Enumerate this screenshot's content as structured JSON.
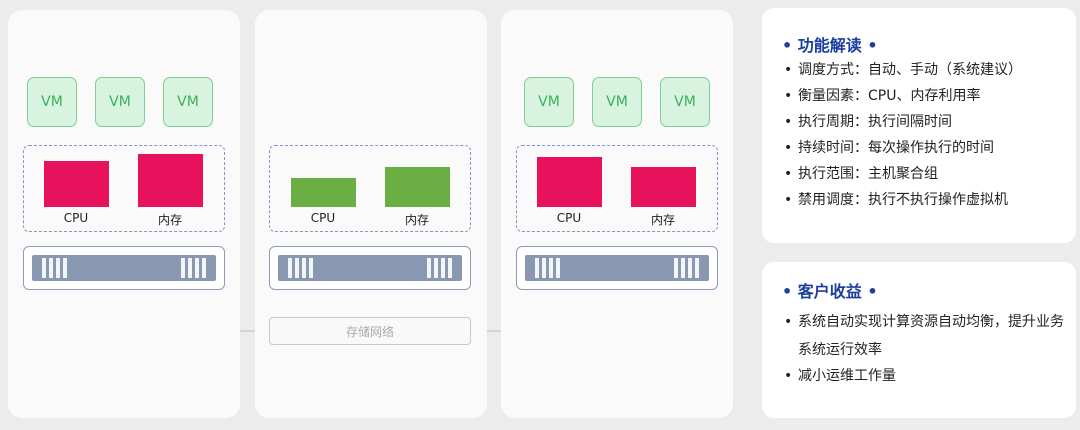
{
  "vm_label": "VM",
  "hosts": [
    {
      "vms": [
        "VM",
        "VM",
        "VM"
      ],
      "cpu_label": "CPU",
      "mem_label": "内存",
      "bar_color": "#e8125c"
    },
    {
      "vms": [],
      "cpu_label": "CPU",
      "mem_label": "内存",
      "bar_color": "#6aae44"
    },
    {
      "vms": [
        "VM",
        "VM",
        "VM"
      ],
      "cpu_label": "CPU",
      "mem_label": "内存",
      "bar_color": "#e8125c"
    }
  ],
  "storage_label": "存储网络",
  "function_panel": {
    "title": "功能解读",
    "items": [
      "调度方式：自动、手动（系统建议）",
      "衡量因素：CPU、内存利用率",
      "执行周期：执行间隔时间",
      "持续时间：每次操作执行的时间",
      "执行范围：主机聚合组",
      "禁用调度：执行不执行操作虚拟机"
    ]
  },
  "benefit_panel": {
    "title": "客户收益",
    "items": [
      "系统自动实现计算资源自动均衡，提升业务系统运行效率",
      "减小运维工作量"
    ]
  },
  "colors": {
    "accent": "#1d3fa0",
    "overload": "#e8125c",
    "balanced": "#6aae44",
    "vm_fill": "#d8f3df"
  }
}
